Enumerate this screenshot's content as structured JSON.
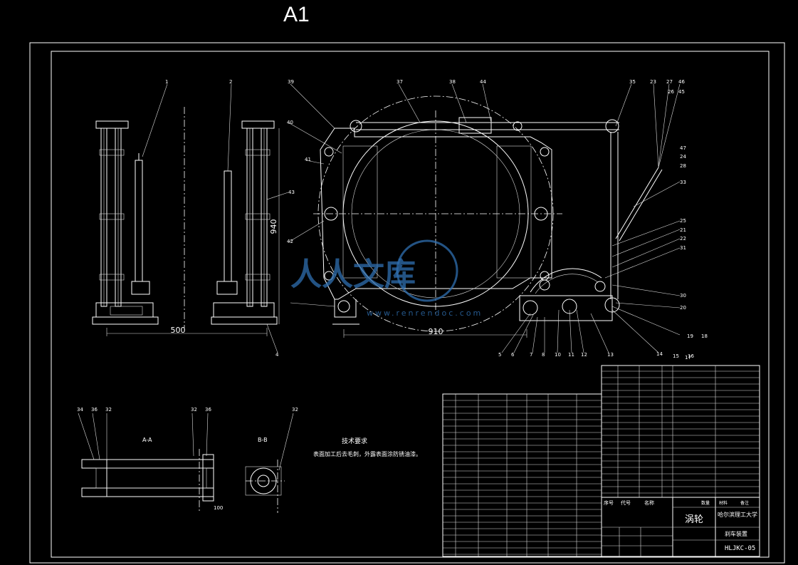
{
  "sheet": {
    "size_label": "A1",
    "dims": {
      "width_side": "500",
      "height_side": "940",
      "width_front": "910"
    },
    "notes_title": "技术要求",
    "notes_text": "表面加工后去毛刺，外露表面涂防锈油漆。",
    "section_a": "A-A",
    "section_b": "B-B",
    "section_dim": "100"
  },
  "watermark": {
    "brand": "人人文库",
    "url": "www.renrendoc.com"
  },
  "callouts": [
    "1",
    "2",
    "39",
    "37",
    "38",
    "44",
    "35",
    "23",
    "27",
    "46",
    "26",
    "45",
    "47",
    "24",
    "28",
    "43",
    "41",
    "42",
    "40",
    "33",
    "25",
    "21",
    "22",
    "31",
    "30",
    "20",
    "19",
    "18",
    "17",
    "14",
    "15",
    "16",
    "5",
    "6",
    "7",
    "8",
    "10",
    "11",
    "12",
    "13",
    "4",
    "34",
    "36",
    "32",
    "32",
    "36",
    "32"
  ],
  "title_block": {
    "name": "涡轮",
    "school": "哈尔滨理工大学",
    "subtitle": "刹车装置",
    "drawing_no": "HLJKC-05",
    "headers": [
      "序号",
      "代号",
      "名称",
      "数量",
      "材料",
      "备注"
    ]
  },
  "colors": {
    "line": "#ffffff",
    "bg": "#000000",
    "watermark": "#2f6fb0"
  }
}
